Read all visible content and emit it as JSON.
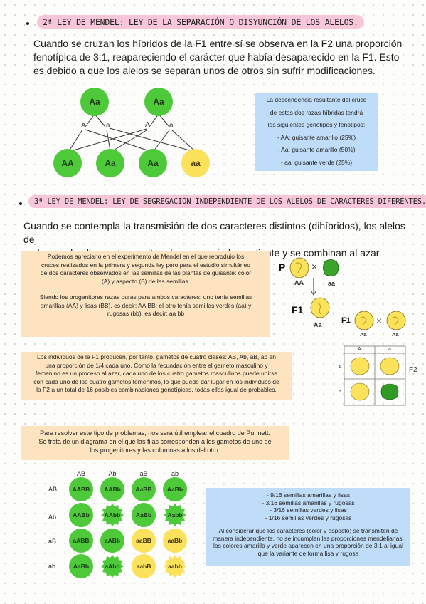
{
  "section1": {
    "title": "2ª LEY DE MENDEL: LEY DE LA SEPARACIÓN O DISYUNCIÓN DE LOS ALELOS.",
    "paragraph": [
      "Cuando se cruzan los híbridos de la F1 entre sí se observa en la F2 una proporción",
      "fenotípica de 3:1, reapareciendo el carácter que había desaparecido en la F1. Esto",
      "es debido a que los alelos se separan unos de otros sin sufrir modificaciones."
    ],
    "parents": [
      "Aa",
      "Aa"
    ],
    "gametes": [
      "A",
      "a",
      "A",
      "a"
    ],
    "offspring": [
      "AA",
      "Aa",
      "Aa",
      "aa"
    ],
    "info_lines": [
      "La descendencia resultante del cruce",
      "de estas dos razas híbridas tendrá",
      "los siguientes genotipos y fenotipos:",
      "- AA: guisante amarillo (25%)",
      "- Aa: guisante amarillo (50%)",
      "- aa: guisante verde (25%)"
    ]
  },
  "section2": {
    "title": "3ª LEY DE MENDEL: LEY DE SEGREGACIÓN INDEPENDIENTE DE LOS ALELOS DE CARACTERES DIFERENTES.",
    "paragraph": [
      "Cuando se contempla la transmisión de dos caracteres distintos (dihíbridos), los alelos de",
      "cada uno de ellos se transmiten de manera independiente y se combinan al azar."
    ],
    "box1_lines": [
      "Podemos apreciarlo en el experimento de Mendel en el que reprodujo los",
      "cruces realizados en la primera y segunda ley pero para el estudio simultáneo",
      "de dos caracteres observados en las semillas de las plantas de guisante: color",
      "(A) y aspecto (B) de las semillas."
    ],
    "box1b_lines": [
      "Siendo los progenitores razas puras para ambos caracteres: uno tenía semillas",
      "amarillas (AA) y lisas (BB), es decir: AA BB; el otro tenía semillas verdes (aa) y",
      "rugosas (bb), es decir: aa bb"
    ],
    "box2_lines": [
      "Los individuos de la F1 producen, por tanto, gametos de cuatro clases: AB, Ab, aB, ab en",
      "una proporción de 1/4 cada uno. Como la fecundación entre el gameto masculino y",
      "femenino es un proceso al azar, cada uno de los cuatro gametos masculinos puede unirse",
      "con cada uno de los cuatro gametos femeninos, lo que puede dar lugar en los individuos de",
      "la F2 a un total de 16 posibles combinaciones genotípicas, todas ellas igual de probables."
    ],
    "box3_lines": [
      "Para resolver este tipo de problemas, nos será útil emplear el cuadro de Punnett.",
      "Se trata de un diagrama en el que las filas corresponden a los gametos de uno de",
      "los progenitores y las columnas a los del otro:"
    ],
    "diagram": {
      "p_label": "P",
      "parent1": "AA",
      "parent2": "aa",
      "f1_label": "F1",
      "f1_geno": "Aa",
      "f1_cross_label": "F1",
      "cross_left": "Aa",
      "cross_right": "Aa",
      "grid_cols": [
        "A",
        "a"
      ],
      "grid_rows": [
        "A",
        "a"
      ],
      "f2_label": "F2"
    },
    "punnett": {
      "cols": [
        "AB",
        "Ab",
        "aB",
        "ab"
      ],
      "rows": [
        "AB",
        "Ab",
        "aB",
        "ab"
      ],
      "cells": [
        [
          "AABB",
          "AABb",
          "AaBB",
          "AaBb"
        ],
        [
          "AABb",
          "AAbb",
          "AaBb",
          "Aabb"
        ],
        [
          "aABB",
          "aABb",
          "aaBB",
          "aaBb"
        ],
        [
          "AaBb",
          "aAbb",
          "aabB",
          "aabb"
        ]
      ],
      "colors": [
        [
          "green",
          "green",
          "green",
          "green"
        ],
        [
          "green",
          "green-wrinkled",
          "green",
          "green-wrinkled"
        ],
        [
          "green",
          "green",
          "yellow",
          "yellow"
        ],
        [
          "green",
          "green-wrinkled",
          "yellow",
          "yellow-wrinkled"
        ]
      ]
    },
    "result_lines": [
      "- 9/16 semillas amarillas y lisas",
      "- 3/16 semillas amarillas y rugosas",
      "- 3/16 semillas verdes y lisas",
      "- 1/16 semillas verdes y rugosas"
    ],
    "conclusion_lines": [
      "Al considerar que los caracteres (color y aspecto) se transmiten de",
      "manera independiente, no se incumplen las proporciones mendelianas:",
      "los colores amarillo y verde aparecen en una proporción de 3:1 al igual",
      "que la variante de forma lisa y rugosa"
    ]
  },
  "colors": {
    "green": "#4ec93a",
    "yellow": "#fce15a",
    "pink": "#f8c6d9",
    "blue": "#bfdcf8",
    "orange": "#fde3bf"
  }
}
